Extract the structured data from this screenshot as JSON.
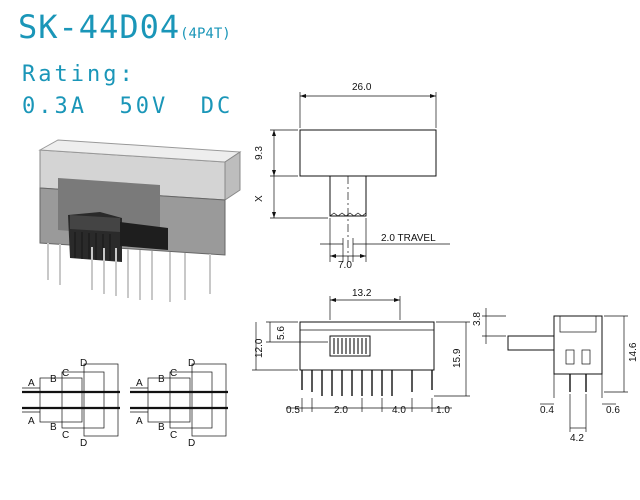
{
  "title": {
    "model": "SK-44D04",
    "poles": "(4P4T)"
  },
  "rating": {
    "label": "Rating:",
    "value": "0.3A  50V  DC"
  },
  "dims_top": {
    "width": "26.0",
    "height": "9.3",
    "x": "X",
    "travel": "2.0 TRAVEL",
    "actuator": "7.0"
  },
  "dims_front": {
    "top": "13.2",
    "h1": "5.6",
    "h2": "12.0",
    "h3": "15.9",
    "b1": "0.5",
    "b2": "2.0",
    "b3": "4.0",
    "b4": "1.0"
  },
  "dims_side": {
    "t": "3.8",
    "h": "14.6",
    "b1": "0.4",
    "b2": "0.6",
    "b3": "4.2"
  },
  "schematic_labels": {
    "a": "A",
    "b": "B",
    "c": "C",
    "d": "D"
  }
}
